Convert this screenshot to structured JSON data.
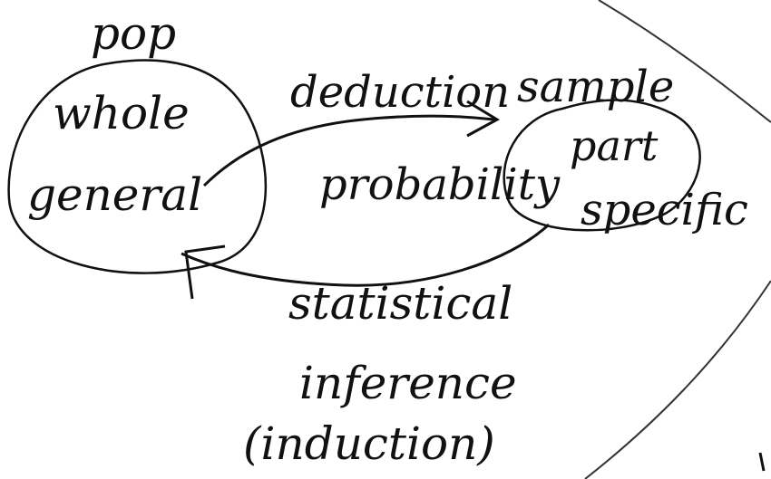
{
  "labels": {
    "pop": "pop",
    "whole": "whole",
    "general": "general",
    "deduction": "deduction",
    "sample": "sample",
    "probability": "probability",
    "part": "part",
    "specific": "specific",
    "statistical": "statistical",
    "inference": "inference",
    "induction": "(induction)"
  },
  "ink_color": "#111111"
}
